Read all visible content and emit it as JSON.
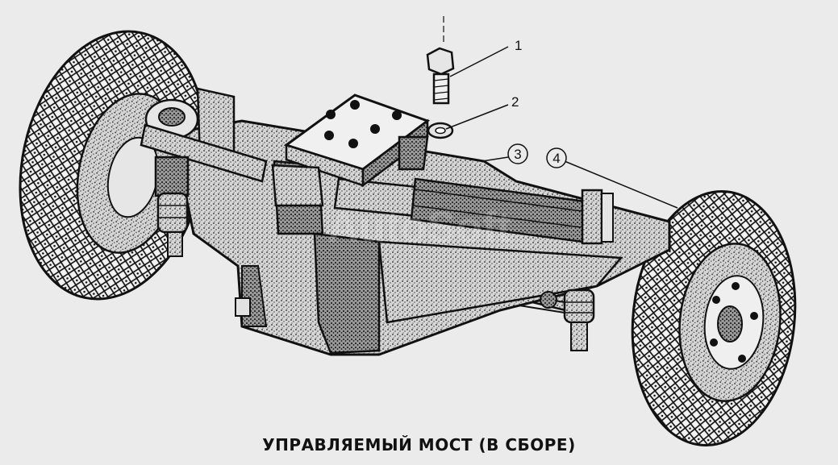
{
  "caption": "УПРАВЛЯЕМЫЙ МОСТ (В СБОРЕ)",
  "watermark": "AutoSoft",
  "callouts": [
    {
      "number": "1",
      "circled": false,
      "part": "bolt"
    },
    {
      "number": "2",
      "circled": false,
      "part": "washer"
    },
    {
      "number": "3",
      "circled": true,
      "part": "axle-beam"
    },
    {
      "number": "4",
      "circled": true,
      "part": "wheel"
    }
  ],
  "colors": {
    "background": "#ebebeb",
    "ink": "#111111"
  }
}
